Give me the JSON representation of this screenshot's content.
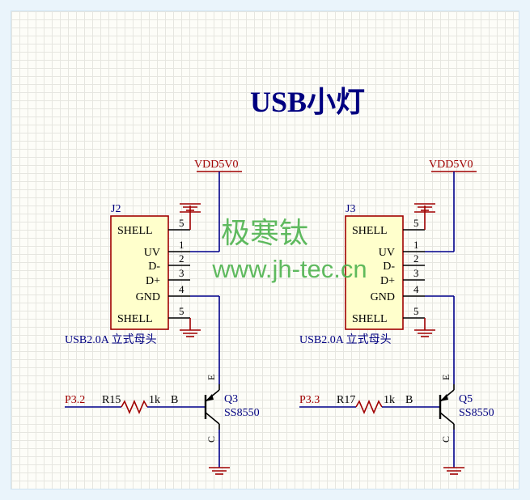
{
  "title": "USB小灯",
  "watermark": {
    "line1": "极寒钛",
    "line2": "www.jh-tec.cn",
    "color": "#4fb34f"
  },
  "colors": {
    "wire": "#00008b",
    "label_red": "#a00000",
    "part": "#000000",
    "body_fill": "#ffffcc",
    "body_stroke": "#a00000",
    "text_blue": "#000080",
    "pin_num": "#000000"
  },
  "circuits": [
    {
      "power": "VDD5V0",
      "connector": {
        "designator": "J2",
        "pins": [
          "SHELL",
          "UV",
          "D-",
          "D+",
          "GND",
          "SHELL"
        ],
        "pin_numbers": [
          "5",
          "1",
          "2",
          "3",
          "4",
          "5"
        ],
        "part": "USB2.0A 立式母头"
      },
      "net": "P3.2",
      "resistor": {
        "designator": "R15",
        "value": "1k"
      },
      "transistor": {
        "designator": "Q3",
        "part": "SS8550",
        "b": "B",
        "e": "E",
        "c": "C"
      }
    },
    {
      "power": "VDD5V0",
      "connector": {
        "designator": "J3",
        "pins": [
          "SHELL",
          "UV",
          "D-",
          "D+",
          "GND",
          "SHELL"
        ],
        "pin_numbers": [
          "5",
          "1",
          "2",
          "3",
          "4",
          "5"
        ],
        "part": "USB2.0A 立式母头"
      },
      "net": "P3.3",
      "resistor": {
        "designator": "R17",
        "value": "1k"
      },
      "transistor": {
        "designator": "Q5",
        "part": "SS8550",
        "b": "B",
        "e": "E",
        "c": "C"
      }
    }
  ]
}
